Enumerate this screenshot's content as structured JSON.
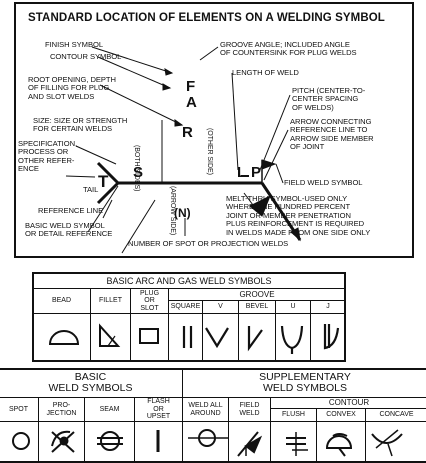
{
  "top": {
    "title": "STANDARD LOCATION OF ELEMENTS ON A WELDING SYMBOL",
    "labels": {
      "finish": "FINISH SYMBOL",
      "contour": "CONTOUR SYMBOL",
      "root": "ROOT OPENING, DEPTH\nOF FILLING FOR PLUG\nAND SLOT WELDS",
      "size": "SIZE: SIZE OR STRENGTH\nFOR CERTAIN WELDS",
      "spec": "SPECIFICATION,\nPROCESS OR\nOTHER REFER-\nENCE",
      "tail": "TAIL",
      "refline": "REFERENCE LINE",
      "basic": "BASIC WELD SYMBOL\nOR DETAIL REFERENCE",
      "groove": "GROOVE ANGLE; INCLUDED ANGLE\nOF COUNTERSINK FOR PLUG WELDS",
      "length": "LENGTH OF WELD",
      "pitch": "PITCH (CENTER-TO-\nCENTER SPACING\nOF WELDS)",
      "arrowconn": "ARROW CONNECTING\nREFERENCE LINE TO\nARROW SIDE MEMBER\nOF JOINT",
      "field": "FIELD WELD SYMBOL",
      "melt": "MELT-THRU SYMBOL-USED ONLY\nWHERE ONE HUNDRED PERCENT\nJOINT OR MEMBER PENETRATION\nPLUS REINFORCEMENT IS REQUIRED\nIN WELDS MADE FROM ONE SIDE ONLY",
      "number": "NUMBER OF SPOT OR PROJECTION WELDS",
      "both": "(BOTH SIDES)",
      "other": "(OTHER SIDE)",
      "arrow": "(ARROW SIDE)"
    },
    "letters": {
      "F": "F",
      "A": "A",
      "R": "R",
      "T": "T",
      "S": "S",
      "L": "L",
      "P": "P",
      "N": "(N)"
    }
  },
  "arc_table": {
    "title": "BASIC ARC AND GAS WELD SYMBOLS",
    "groove_header": "GROOVE",
    "cols": [
      "BEAD",
      "FILLET",
      "PLUG\nOR\nSLOT",
      "SQUARE",
      "V",
      "BEVEL",
      "U",
      "J"
    ]
  },
  "bottom_table": {
    "basic_title": "BASIC\nWELD SYMBOLS",
    "supp_title": "SUPPLEMENTARY\nWELD SYMBOLS",
    "contour_header": "CONTOUR",
    "cols": [
      "SPOT",
      "PRO-\nJECTION",
      "SEAM",
      "FLASH\nOR\nUPSET",
      "WELD ALL\nAROUND",
      "FIELD\nWELD",
      "FLUSH",
      "CONVEX",
      "CONCAVE"
    ]
  }
}
